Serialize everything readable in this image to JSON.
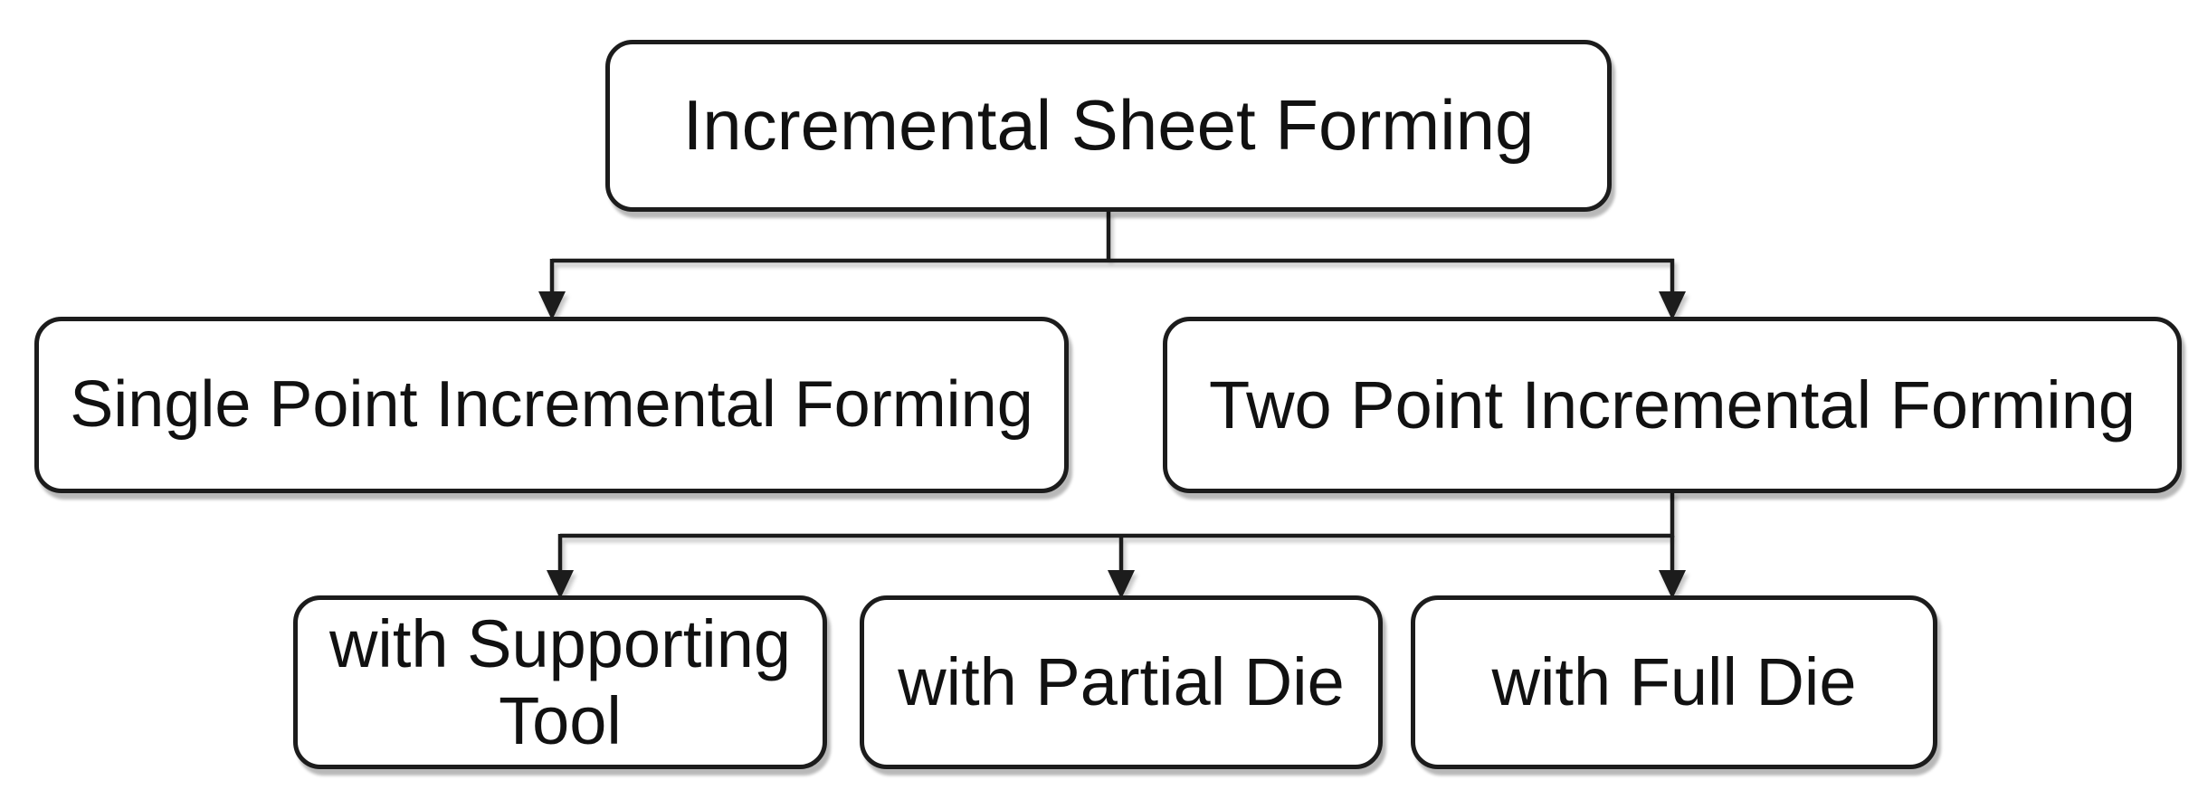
{
  "diagram": {
    "type": "flowchart",
    "background": "#ffffff",
    "colors": {
      "line": "#1c1c1c",
      "arrowhead": "#1c1c1c",
      "node_border": "#1c1c1c",
      "node_fill": "#ffffff",
      "text": "#111111"
    },
    "nodes": {
      "root": {
        "label": "Incremental Sheet Forming",
        "level": 1
      },
      "spif": {
        "label": "Single Point Incremental Forming",
        "level": 2
      },
      "tpif": {
        "label": "Two Point Incremental Forming",
        "level": 2
      },
      "wst": {
        "label": "with Supporting Tool",
        "level": 3
      },
      "wpd": {
        "label": "with Partial Die",
        "level": 3
      },
      "wfd": {
        "label": "with Full Die",
        "level": 3
      }
    },
    "edges": [
      {
        "from": "root",
        "to": "spif"
      },
      {
        "from": "root",
        "to": "tpif"
      },
      {
        "from": "tpif",
        "to": "wst"
      },
      {
        "from": "tpif",
        "to": "wpd"
      },
      {
        "from": "tpif",
        "to": "wfd"
      }
    ]
  }
}
